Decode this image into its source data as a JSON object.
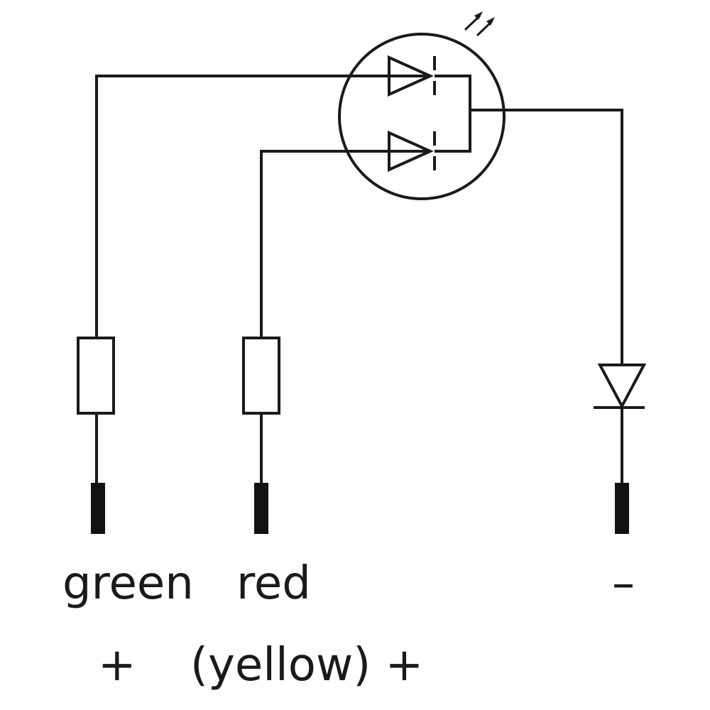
{
  "terminals": {
    "green": {
      "name": "green",
      "polarity": "+"
    },
    "red": {
      "name": "red",
      "sub_label": "(yellow) +"
    },
    "negative": {
      "polarity": "–"
    }
  },
  "components": {
    "bicolor_led": "light-emitting-diode-pair",
    "series_resistors": 2,
    "protection_diode": 1
  },
  "colors": {
    "line": "#1a1a1a",
    "background": "#ffffff"
  }
}
